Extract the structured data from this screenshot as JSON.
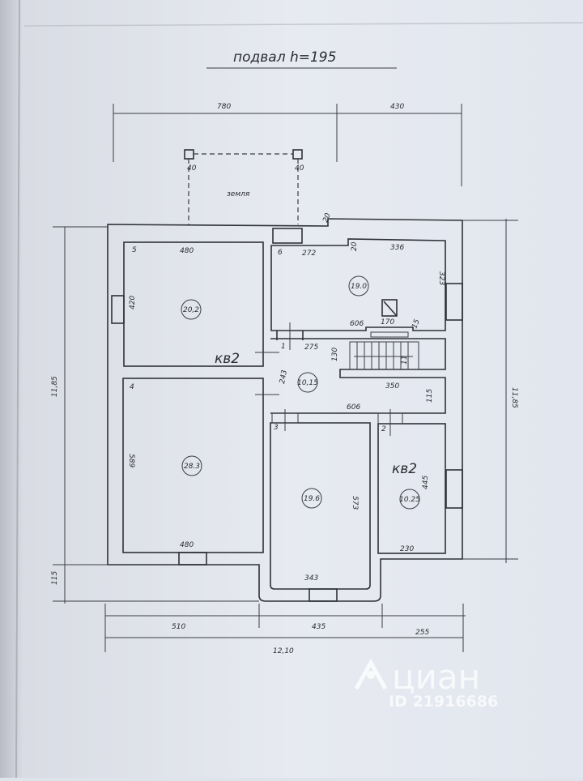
{
  "title": "подвал h=195",
  "top_dimensions": [
    "780",
    "430"
  ],
  "porch": {
    "label": "земля",
    "post_left": "40",
    "post_right": "40",
    "offset": "20"
  },
  "side_dimensions": {
    "left_total": "11,85",
    "left_bottom": "115",
    "right_total": "11,85"
  },
  "bottom_dimensions": [
    "510",
    "435",
    "255"
  ],
  "overall_width": "12,10",
  "apartment_labels": [
    "кв2",
    "кв2"
  ],
  "rooms": [
    {
      "number": "5",
      "area": "20,2",
      "width": "480",
      "depth": "420"
    },
    {
      "number": "6",
      "area": "19.0",
      "width_a": "272",
      "width_b": "336",
      "depth": "323",
      "inner_a": "606",
      "inner_b": "170",
      "inner_c": "15",
      "inner_d": "20"
    },
    {
      "number": "1",
      "area": "10,15",
      "width": "275",
      "depth": "243",
      "stair_h": "130",
      "stair_w": "350",
      "inner": "606",
      "side": "115",
      "step": "11"
    },
    {
      "number": "4",
      "area": "28.3",
      "width": "480",
      "depth": "589"
    },
    {
      "number": "3",
      "area": "19.6",
      "width": "343",
      "depth": "573"
    },
    {
      "number": "2",
      "area": "10.25",
      "width": "230",
      "depth": "445"
    }
  ],
  "watermark": {
    "brand": "циан",
    "id": "ID 21916686"
  }
}
